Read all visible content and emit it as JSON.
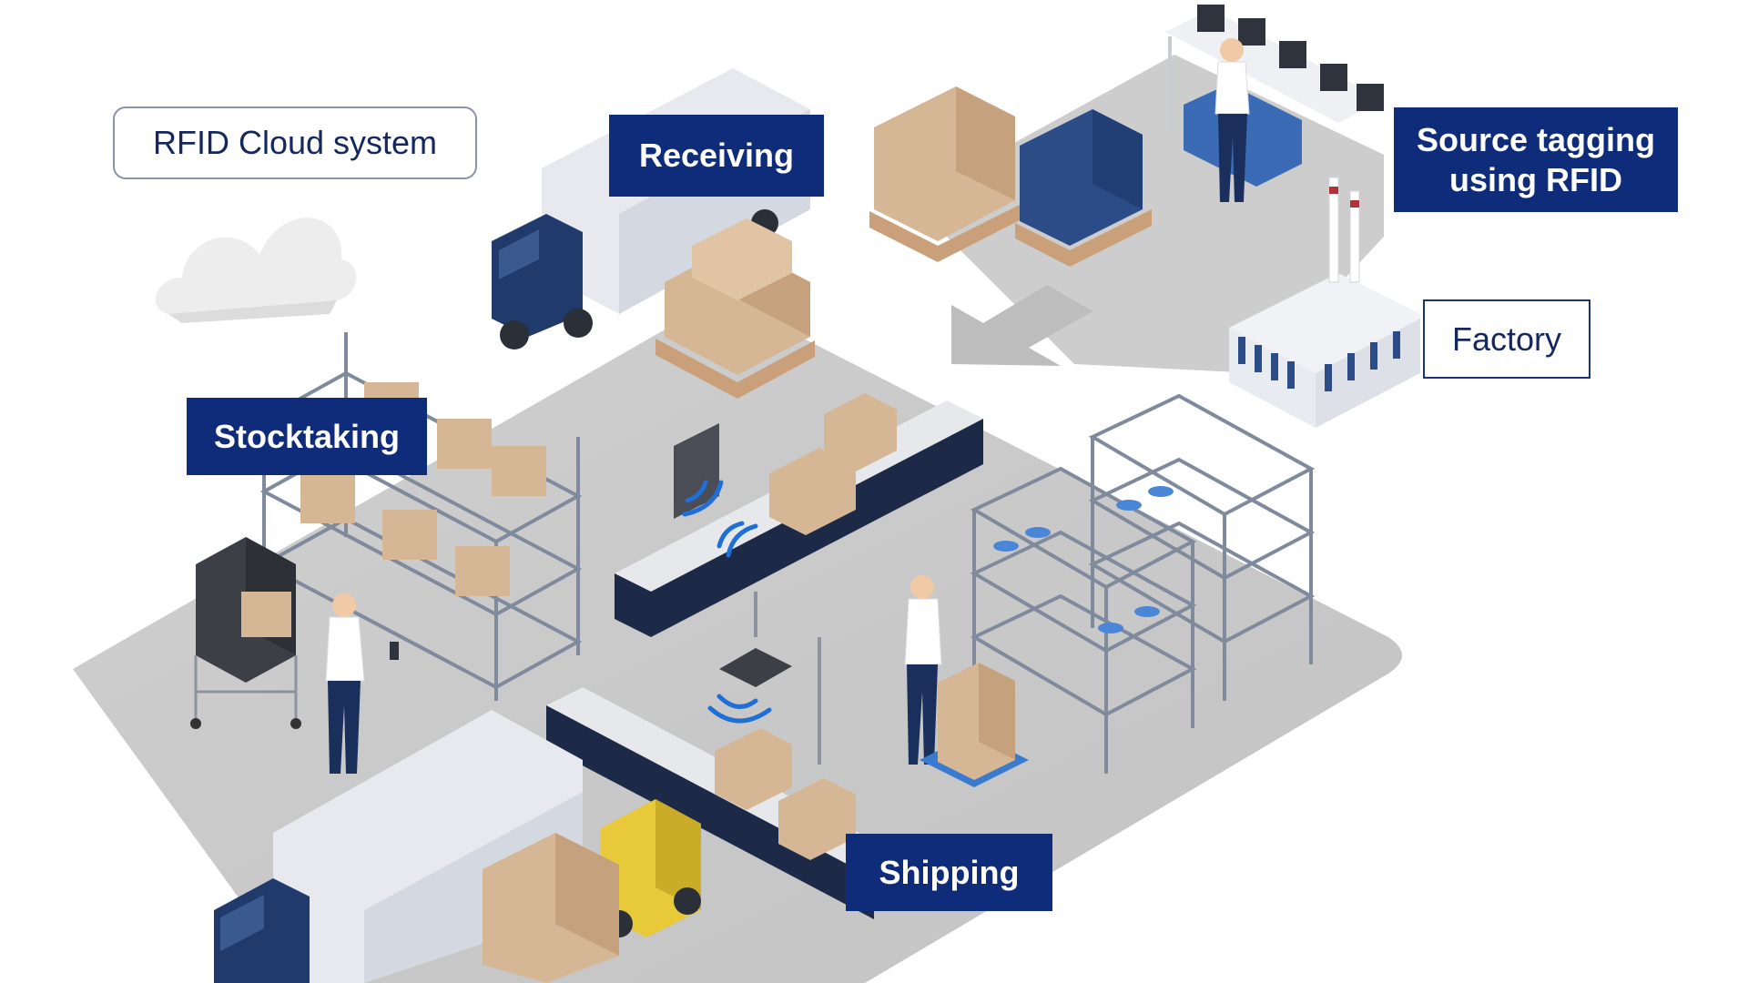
{
  "labels": {
    "cloud": "RFID Cloud system",
    "receiving": "Receiving",
    "source_tagging": "Source tagging using RFID",
    "factory": "Factory",
    "stocktaking": "Stocktaking",
    "shipping": "Shipping"
  },
  "colors": {
    "label_navy": "#0f2c7a",
    "label_text_light": "#14285e",
    "floor": "#c9c9c9",
    "floor_edge": "#b9b9b9",
    "truck_cab": "#1f3a6b",
    "truck_box": "#e7e9ee",
    "box_kraft": "#d6b795",
    "pallet": "#c9a079",
    "conveyor_dark": "#1c2a48",
    "conveyor_top": "#e6e8ec",
    "rfid_wave": "#1f6fd6",
    "shelf_frame": "#7f8a9c",
    "forklift": "#e7c93a",
    "worker_shirt": "#ffffff",
    "worker_pants": "#1b2f5c"
  },
  "icons": [
    "cloud-icon",
    "arrow-left-icon",
    "truck-icon",
    "factory-building-icon",
    "conveyor-belt-icon",
    "rfid-reader-icon",
    "rfid-signal-icon",
    "forklift-icon",
    "shelf-rack-icon",
    "worker-icon",
    "handheld-scanner-icon",
    "pallet-jack-icon",
    "label-printer-icon"
  ]
}
